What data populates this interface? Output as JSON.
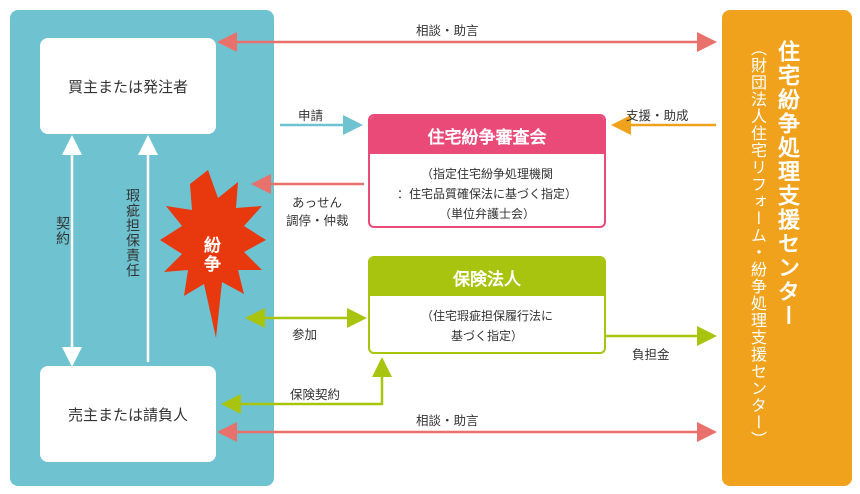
{
  "parties": {
    "buyer": "買主または発注者",
    "seller": "売主または請負人"
  },
  "left_labels": {
    "contract": "契約",
    "defect_liability": "瑕疵担保責任"
  },
  "dispute": "紛争",
  "center_right": {
    "title": "住宅紛争処理支援センター",
    "subtitle": "（財団法人住宅リフォーム・紛争処理支援センター）"
  },
  "review_committee": {
    "title": "住宅紛争審査会",
    "lines": [
      "（指定住宅紛争処理機関",
      "：住宅品質確保法に基づく指定）",
      "（単位弁護士会）"
    ]
  },
  "insurance": {
    "title": "保険法人",
    "lines": [
      "（住宅瑕疵担保履行法に",
      "基づく指定）"
    ]
  },
  "flows": {
    "consult_top": "相談・助言",
    "consult_bottom": "相談・助言",
    "apply": "申請",
    "support": "支援・助成",
    "mediation_1": "あっせん",
    "mediation_2": "調停・仲裁",
    "participate": "参加",
    "insurance_contract": "保険契約",
    "contribution": "負担金"
  },
  "colors": {
    "teal": "#6fc3d1",
    "orange": "#f0a21c",
    "pink": "#e94a78",
    "green": "#a8c40e",
    "red_arrow": "#e8716b",
    "burst": "#e8380d"
  }
}
